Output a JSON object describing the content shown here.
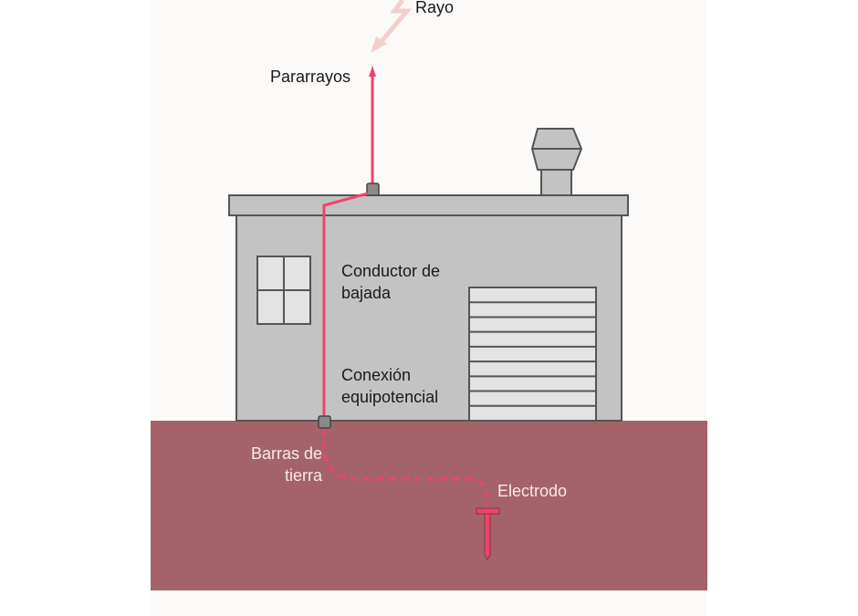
{
  "diagram": {
    "title": "Sistema de protección contra rayos",
    "labels": {
      "lightning": "Rayo",
      "air_terminal": "Pararrayos",
      "down_conductor_line1": "Conductor de",
      "down_conductor_line2": "bajada",
      "bonding_line1": "Conexión",
      "bonding_line2": "equipotencial",
      "ground_bars_line1": "Barras de",
      "ground_bars_line2": "tierra",
      "electrode": "Electrodo"
    },
    "components": {
      "garage_door_panels": 9,
      "window_panes": 4
    },
    "colors": {
      "background": "#fcfaf9",
      "ground": "#a4636b",
      "building_fill": "#c3c3c3",
      "building_stroke": "#555555",
      "light_fill": "#e3e3e3",
      "conductor": "#f0436a",
      "lightning": "#f2cfcc",
      "connector": "#8a8a8a"
    }
  }
}
